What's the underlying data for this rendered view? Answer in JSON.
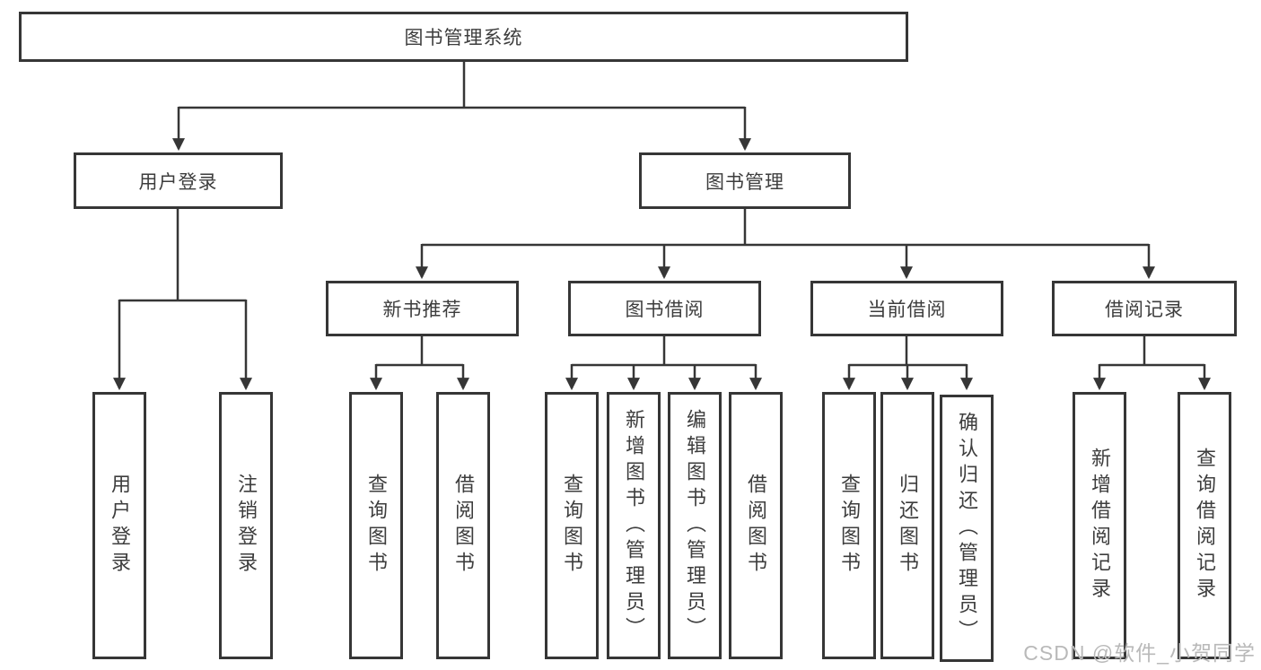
{
  "diagram": {
    "root": {
      "label": "图书管理系统"
    },
    "level2": [
      {
        "label": "用户登录"
      },
      {
        "label": "图书管理"
      }
    ],
    "level3": [
      {
        "label": "新书推荐"
      },
      {
        "label": "图书借阅"
      },
      {
        "label": "当前借阅"
      },
      {
        "label": "借阅记录"
      }
    ],
    "login_children": [
      {
        "label": "用户登录"
      },
      {
        "label": "注销登录"
      }
    ],
    "new_book_children": [
      {
        "label": "查询图书"
      },
      {
        "label": "借阅图书"
      }
    ],
    "borrow_children": [
      {
        "label": "查询图书"
      },
      {
        "label": "新增图书（管理员）"
      },
      {
        "label": "编辑图书（管理员）"
      },
      {
        "label": "借阅图书"
      }
    ],
    "current_children": [
      {
        "label": "查询图书"
      },
      {
        "label": "归还图书"
      },
      {
        "label": "确认归还（管理员）"
      }
    ],
    "record_children": [
      {
        "label": "新增借阅记录"
      },
      {
        "label": "查询借阅记录"
      }
    ]
  },
  "watermark": {
    "text": "CSDN @软件_小贺同学"
  },
  "colors": {
    "line": "#363636",
    "box_border": "#363636",
    "text": "#3d3d3d",
    "background": "#ffffff",
    "watermark": "#b9b9b9"
  }
}
